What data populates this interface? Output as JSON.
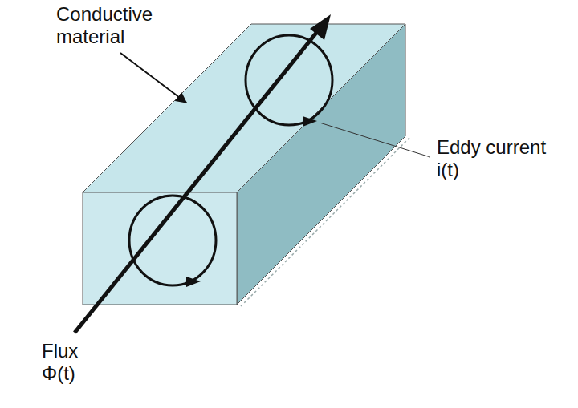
{
  "diagram": {
    "labels": [
      "Conductive material",
      "Eddy current i(t)",
      "Flux Φ(t)"
    ]
  }
}
